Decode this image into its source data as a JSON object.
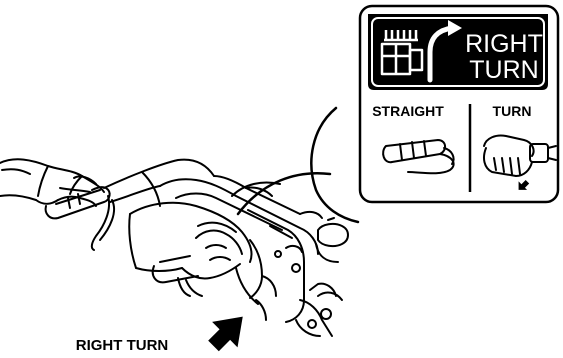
{
  "label": {
    "banner": "RIGHT\nTURN",
    "banner_line1": "RIGHT",
    "banner_line2": "TURN",
    "straight": "STRAIGHT",
    "turn": "TURN"
  },
  "caption": "RIGHT TURN",
  "colors": {
    "ink": "#000000",
    "paper": "#ffffff"
  }
}
